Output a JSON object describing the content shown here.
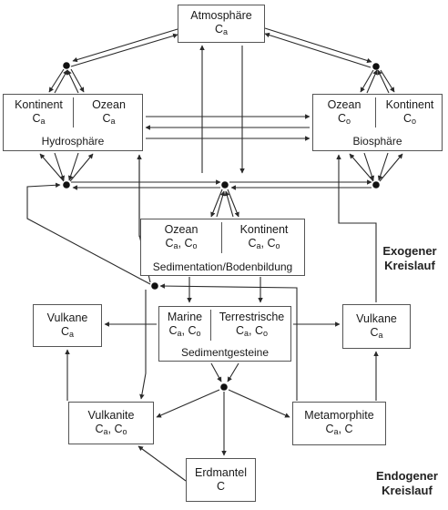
{
  "atmosphaere": {
    "name": "Atmosphäre",
    "formula_main": "C",
    "formula_sub": "a"
  },
  "hydrosphaere": {
    "left_name": "Kontinent",
    "left_main": "C",
    "left_sub": "a",
    "right_name": "Ozean",
    "right_main": "C",
    "right_sub": "a",
    "bottom": "Hydrosphäre"
  },
  "biosphaere": {
    "left_name": "Ozean",
    "left_main": "C",
    "left_sub": "o",
    "right_name": "Kontinent",
    "right_main": "C",
    "right_sub": "o",
    "bottom": "Biosphäre"
  },
  "sedimentation": {
    "left_name": "Ozean",
    "left_main1": "C",
    "left_sub1": "a",
    "left_sep": ", ",
    "left_main2": "C",
    "left_sub2": "o",
    "right_name": "Kontinent",
    "right_main1": "C",
    "right_sub1": "a",
    "right_sep": ", ",
    "right_main2": "C",
    "right_sub2": "o",
    "bottom": "Sedimentation/Bodenbildung"
  },
  "sedimentgesteine": {
    "left_name": "Marine",
    "left_main1": "C",
    "left_sub1": "a",
    "left_sep": ", ",
    "left_main2": "C",
    "left_sub2": "o",
    "right_name": "Terrestrische",
    "right_main1": "C",
    "right_sub1": "a",
    "right_sep": ", ",
    "right_main2": "C",
    "right_sub2": "o",
    "bottom": "Sedimentgesteine"
  },
  "vulkane_left": {
    "name": "Vulkane",
    "formula_main": "C",
    "formula_sub": "a"
  },
  "vulkane_right": {
    "name": "Vulkane",
    "formula_main": "C",
    "formula_sub": "a"
  },
  "vulkanite": {
    "name": "Vulkanite",
    "main1": "C",
    "sub1": "a",
    "sep": ", ",
    "main2": "C",
    "sub2": "o"
  },
  "metamorphite": {
    "name": "Metamorphite",
    "main1": "C",
    "sub1": "a",
    "sep": ", ",
    "main2": "C"
  },
  "erdmantel": {
    "name": "Erdmantel",
    "formula_main": "C"
  },
  "labels": {
    "exogen_1": "Exogener",
    "exogen_2": "Kreislauf",
    "endogen_1": "Endogener",
    "endogen_2": "Kreislauf"
  },
  "colors": {
    "line": "#2a2a2a",
    "box_border": "#555555",
    "text": "#1a1a1a"
  }
}
